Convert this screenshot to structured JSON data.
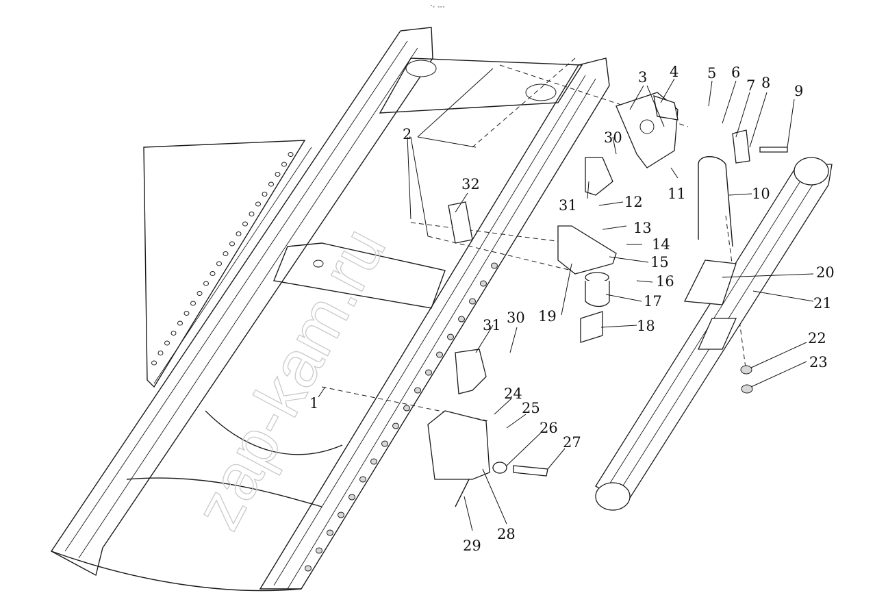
{
  "header_mark": "ᵒ₀ ₒₒₒ",
  "watermark": "zap-kam.ru",
  "callouts": {
    "c1": "1",
    "c2": "2",
    "c3": "3",
    "c4": "4",
    "c5": "5",
    "c6": "6",
    "c7": "7",
    "c8": "8",
    "c9": "9",
    "c10": "10",
    "c11": "11",
    "c12": "12",
    "c13": "13",
    "c14": "14",
    "c15": "15",
    "c16": "16",
    "c17": "17",
    "c18": "18",
    "c19": "19",
    "c20": "20",
    "c21": "21",
    "c22": "22",
    "c23": "23",
    "c24": "24",
    "c25": "25",
    "c26": "26",
    "c27": "27",
    "c28": "28",
    "c29": "29",
    "c30a": "30",
    "c30b": "30",
    "c31a": "31",
    "c31b": "31",
    "c32": "32"
  }
}
